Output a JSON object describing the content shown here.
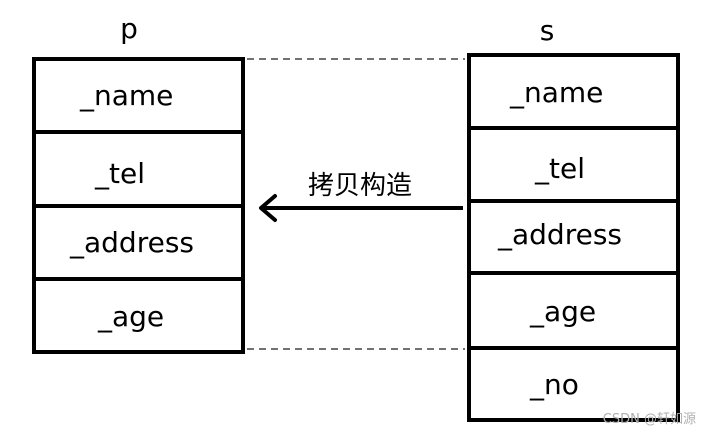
{
  "objects": {
    "p": {
      "title": "p",
      "fields": [
        "_name",
        "_tel",
        "_address",
        "_age"
      ]
    },
    "s": {
      "title": "s",
      "fields": [
        "_name",
        "_tel",
        "_address",
        "_age",
        "_no"
      ]
    }
  },
  "arrow": {
    "label": "拷贝构造"
  },
  "watermark": "CSDN @轩如源"
}
